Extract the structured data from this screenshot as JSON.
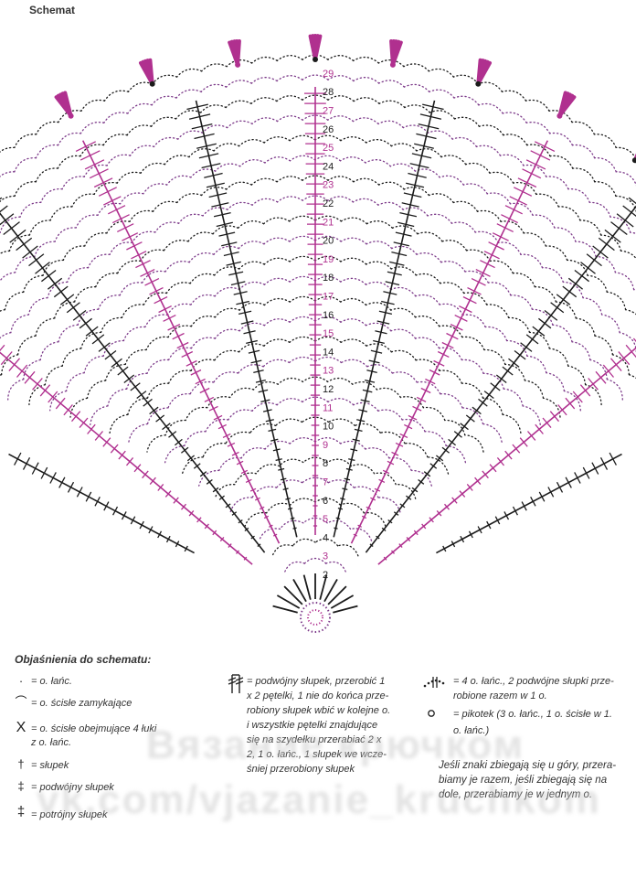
{
  "title": "Schemat",
  "rounds": [
    "2",
    "3",
    "4",
    "5",
    "6",
    "7",
    "8",
    "9",
    "10",
    "11",
    "12",
    "13",
    "14",
    "15",
    "16",
    "17",
    "18",
    "19",
    "20",
    "21",
    "22",
    "23",
    "24",
    "25",
    "26",
    "27",
    "28",
    "29"
  ],
  "colors": {
    "magenta": "#b0308f",
    "black": "#1b1b1b",
    "dot": "#7d3b8a"
  },
  "legend": {
    "heading": "Objaśnienia do schematu:",
    "col1": [
      {
        "icon": "chain-dot-icon",
        "text": "= o. łańc."
      },
      {
        "icon": "slip-stitch-icon",
        "text": "= o. ścisłe zamykające"
      },
      {
        "icon": "sc-around-icon",
        "text": "= o. ścisłe obejmujące 4 łuki"
      },
      {
        "icon": "",
        "text": "z o. łańc."
      },
      {
        "icon": "dc-icon",
        "text": "= słupek"
      },
      {
        "icon": "tr-icon",
        "text": "= podwójny słupek"
      },
      {
        "icon": "dtr-icon",
        "text": "= potrójny słupek"
      }
    ],
    "col2": [
      "= podwójny słupek, przerobić 1",
      "x 2 pętelki, 1 nie do końca prze-",
      "robiony słupek wbić w kolejne o.",
      "i wszystkie pętelki znajdujące",
      "się na szydełku przerabiać 2 x",
      "2, 1 o. łańc., 1 słupek we wcze-",
      "śniej przerobiony słupek"
    ],
    "col3": [
      "= 4 o. łańc., 2 podwójne słupki prze-",
      "robione razem w 1 o.",
      "= pikotek (3 o. łańc., 1 o. ścisłe w 1.",
      "o. łańc.)"
    ],
    "note": [
      "Jeśli znaki zbiegają się u góry, przera-",
      "biamy je razem, jeśli zbiegają się na",
      "dole, przerabiamy je w jednym o."
    ]
  },
  "watermark": [
    "Вязание крючком",
    "vk.com/vjazanie_kruchkom"
  ]
}
